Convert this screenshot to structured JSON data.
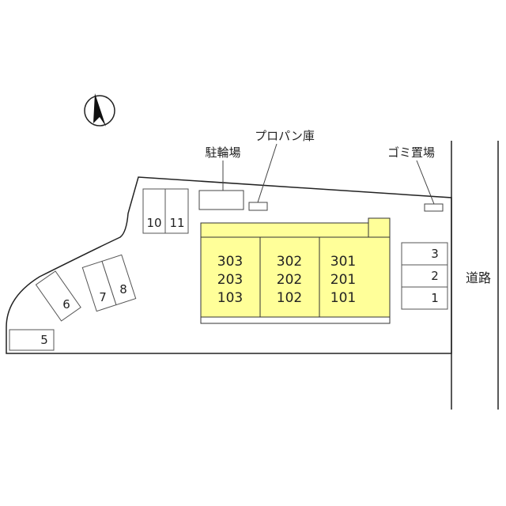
{
  "labels": {
    "bicycle_parking": "駐輪場",
    "propane_storage": "プロパン庫",
    "garbage_area": "ゴミ置場",
    "road": "道路"
  },
  "parking_spaces": [
    "1",
    "2",
    "3",
    "5",
    "6",
    "7",
    "8",
    "10",
    "11"
  ],
  "units": {
    "col1": [
      "303",
      "203",
      "103"
    ],
    "col2": [
      "302",
      "202",
      "102"
    ],
    "col3": [
      "301",
      "201",
      "101"
    ]
  },
  "colors": {
    "building_fill": "#ffff99",
    "line": "#333333",
    "background": "#ffffff"
  },
  "icons": {
    "compass": "north-arrow-icon"
  }
}
